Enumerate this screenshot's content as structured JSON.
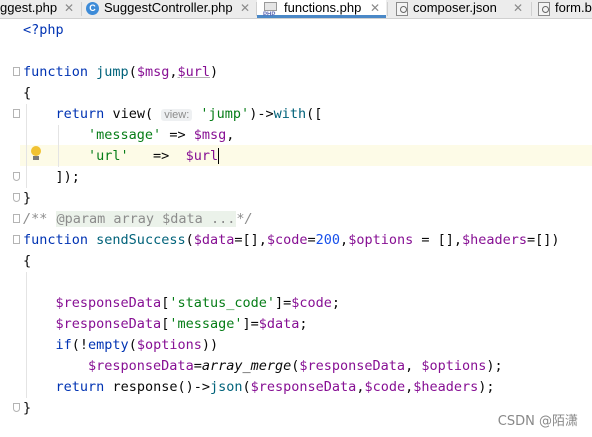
{
  "tabs": [
    {
      "label": "ggest.php",
      "icon": "php-file-icon",
      "active": false
    },
    {
      "label": "SuggestController.php",
      "icon": "php-class-icon",
      "active": false
    },
    {
      "label": "functions.php",
      "icon": "php-file-icon",
      "active": true
    },
    {
      "label": "composer.json",
      "icon": "json-file-icon",
      "active": false
    },
    {
      "label": "form.bl",
      "icon": "blade-file-icon",
      "active": false
    }
  ],
  "code": {
    "l1_open": "<?php",
    "l3_kw": "function",
    "l3_name": "jump",
    "l3_p1": "$msg",
    "l3_p2": "$url",
    "l4": "{",
    "l5_kw": "return",
    "l5_fn": "view(",
    "l5_hint": "view:",
    "l5_str": "'jump'",
    "l5_rest1": ")->",
    "l5_with": "with",
    "l5_rest2": "([",
    "l6_key": "'message'",
    "l6_arrow": " => ",
    "l6_var": "$msg",
    "l6_comma": ",",
    "l7_key": "'url'",
    "l7_arrow": "   =>  ",
    "l7_var": "$url",
    "l8": "]);",
    "l9": "}",
    "l10_open": "/** ",
    "l10_doc": "@param array $data ...",
    "l10_close": "*/",
    "l11_kw": "function",
    "l11_name": "sendSuccess",
    "l11_p1": "$data",
    "l11_p1v": "=[],",
    "l11_p2": "$code",
    "l11_p2v": "200",
    "l11_p3": "$options",
    "l11_p3v": " = [],",
    "l11_p4": "$headers",
    "l11_p4v": "=[])",
    "l12": "{",
    "l14_var": "$responseData",
    "l14_key": "'status_code'",
    "l14_val": "$code",
    "l15_var": "$responseData",
    "l15_key": "'message'",
    "l15_val": "$data",
    "l16_kw": "if",
    "l16_fn": "empty",
    "l16_var": "$options",
    "l17_var": "$responseData",
    "l17_fn": "array_merge",
    "l17_a1": "$responseData",
    "l17_a2": "$options",
    "l18_kw": "return",
    "l18_fn": "response()->",
    "l18_json": "json",
    "l18_a1": "$responseData",
    "l18_a2": "$code",
    "l18_a3": "$headers",
    "l19": "}"
  },
  "watermark": "CSDN @陌潇"
}
